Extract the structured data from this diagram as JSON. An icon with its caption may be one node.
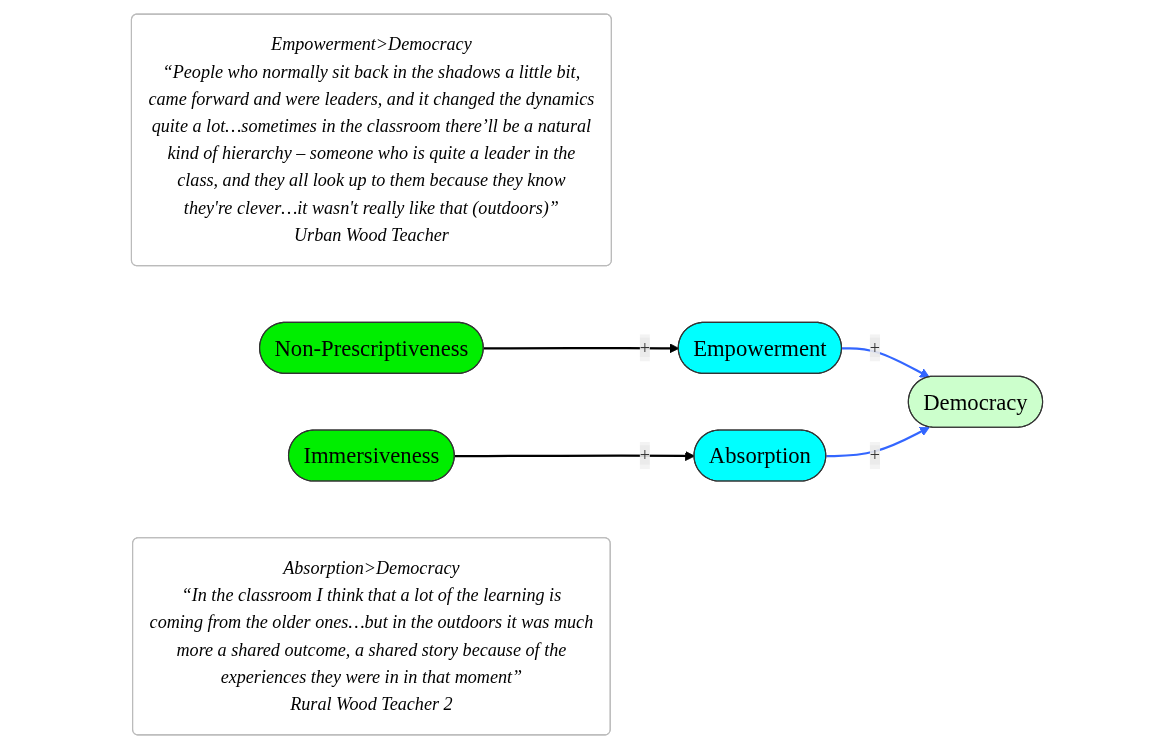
{
  "diagram": {
    "nodes": [
      {
        "text": [
          "Empowerment>Democracy",
          "“People who normally sit back in the shadows a little bit, came forward and were leaders, and it changed the dynamics quite a lot…sometimes in the classroom there’ll be a natural kind of hierarchy – someone who is quite a leader in the class, and they all look up to them because they know they're clever…it wasn't really like that (outdoors)”",
          "Urban Wood Teacher"
        ]
      },
      {
        "text": [
          "Non-Prescriptiveness"
        ]
      },
      {
        "text": [
          "Empowerment"
        ]
      },
      {
        "text": [
          "Democracy"
        ]
      },
      {
        "text": [
          "Immersiveness"
        ]
      },
      {
        "text": [
          "Absorption"
        ]
      },
      {
        "text": [
          "Absorption>Democracy",
          "“In the classroom I think that a lot of the learning is coming from the older ones…but in the outdoors it was much more a shared outcome, a shared story because of the experiences they were in in that moment”",
          "Rural Wood Teacher 2"
        ]
      }
    ],
    "edges": [
      {
        "from": 1,
        "to": 2,
        "arrow": "to",
        "label": "+",
        "color": "#000000"
      },
      {
        "from": 2,
        "to": 3,
        "arrow": "to",
        "label": "+",
        "color": "#3366ff"
      },
      {
        "from": 4,
        "to": 5,
        "arrow": "to",
        "label": "+",
        "color": "#000000"
      },
      {
        "from": 5,
        "to": 3,
        "arrow": "to",
        "label": "+",
        "color": "#3366ff"
      }
    ]
  }
}
